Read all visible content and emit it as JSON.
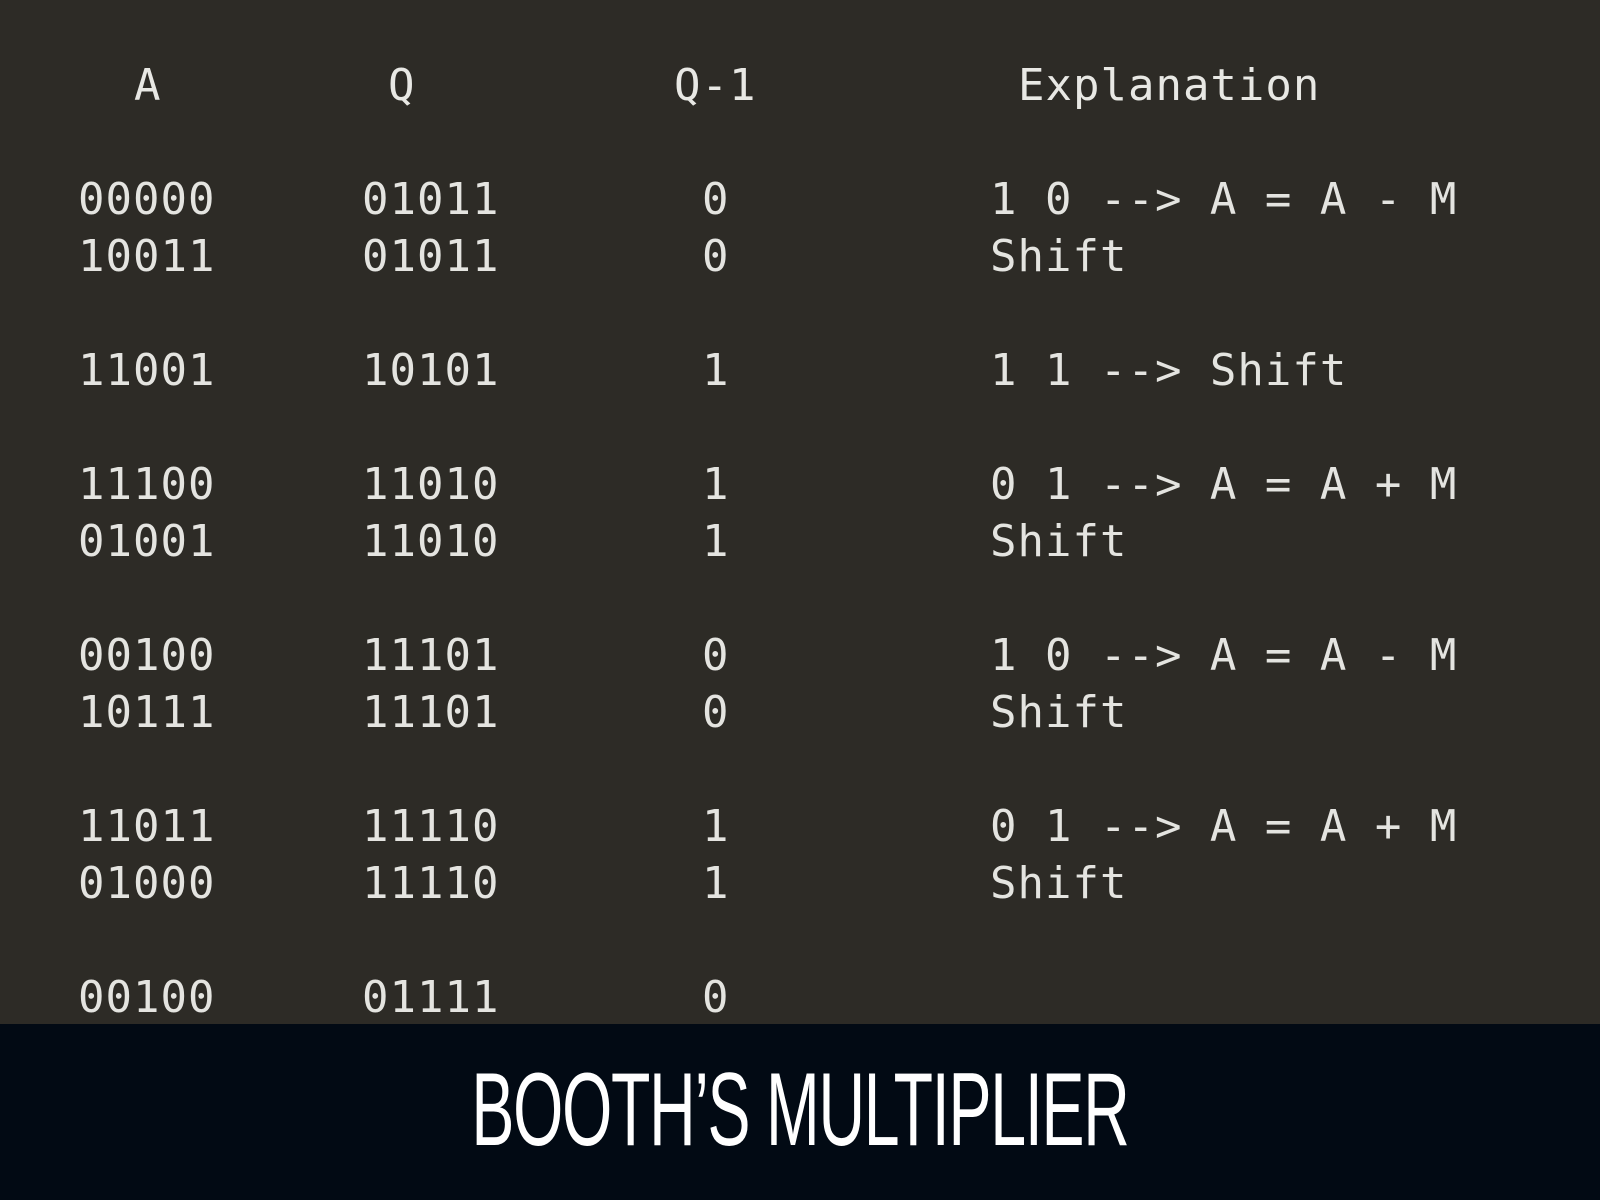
{
  "headers": {
    "a": "A",
    "q": "Q",
    "q1": "Q-1",
    "explanation": "Explanation"
  },
  "rows": [
    {
      "a": "00000",
      "q": "01011",
      "q1": "0",
      "explanation": "1 0 --> A = A - M"
    },
    {
      "a": "10011",
      "q": "01011",
      "q1": "0",
      "explanation": "Shift"
    },
    {
      "a": "11001",
      "q": "10101",
      "q1": "1",
      "explanation": "1 1 --> Shift"
    },
    {
      "a": "11100",
      "q": "11010",
      "q1": "1",
      "explanation": "0 1 --> A = A + M"
    },
    {
      "a": "01001",
      "q": "11010",
      "q1": "1",
      "explanation": "Shift"
    },
    {
      "a": "00100",
      "q": "11101",
      "q1": "0",
      "explanation": "1 0 --> A = A - M"
    },
    {
      "a": "10111",
      "q": "11101",
      "q1": "0",
      "explanation": "Shift"
    },
    {
      "a": "11011",
      "q": "11110",
      "q1": "1",
      "explanation": "0 1 --> A = A + M"
    },
    {
      "a": "01000",
      "q": "11110",
      "q1": "1",
      "explanation": "Shift"
    },
    {
      "a": "00100",
      "q": "01111",
      "q1": "0",
      "explanation": ""
    }
  ],
  "banner": {
    "title": "BOOTH’S MULTIPLIER"
  },
  "colors": {
    "screen_background": "#2d2b26",
    "banner_background": "#020a14",
    "text": "#e4e4e0"
  }
}
